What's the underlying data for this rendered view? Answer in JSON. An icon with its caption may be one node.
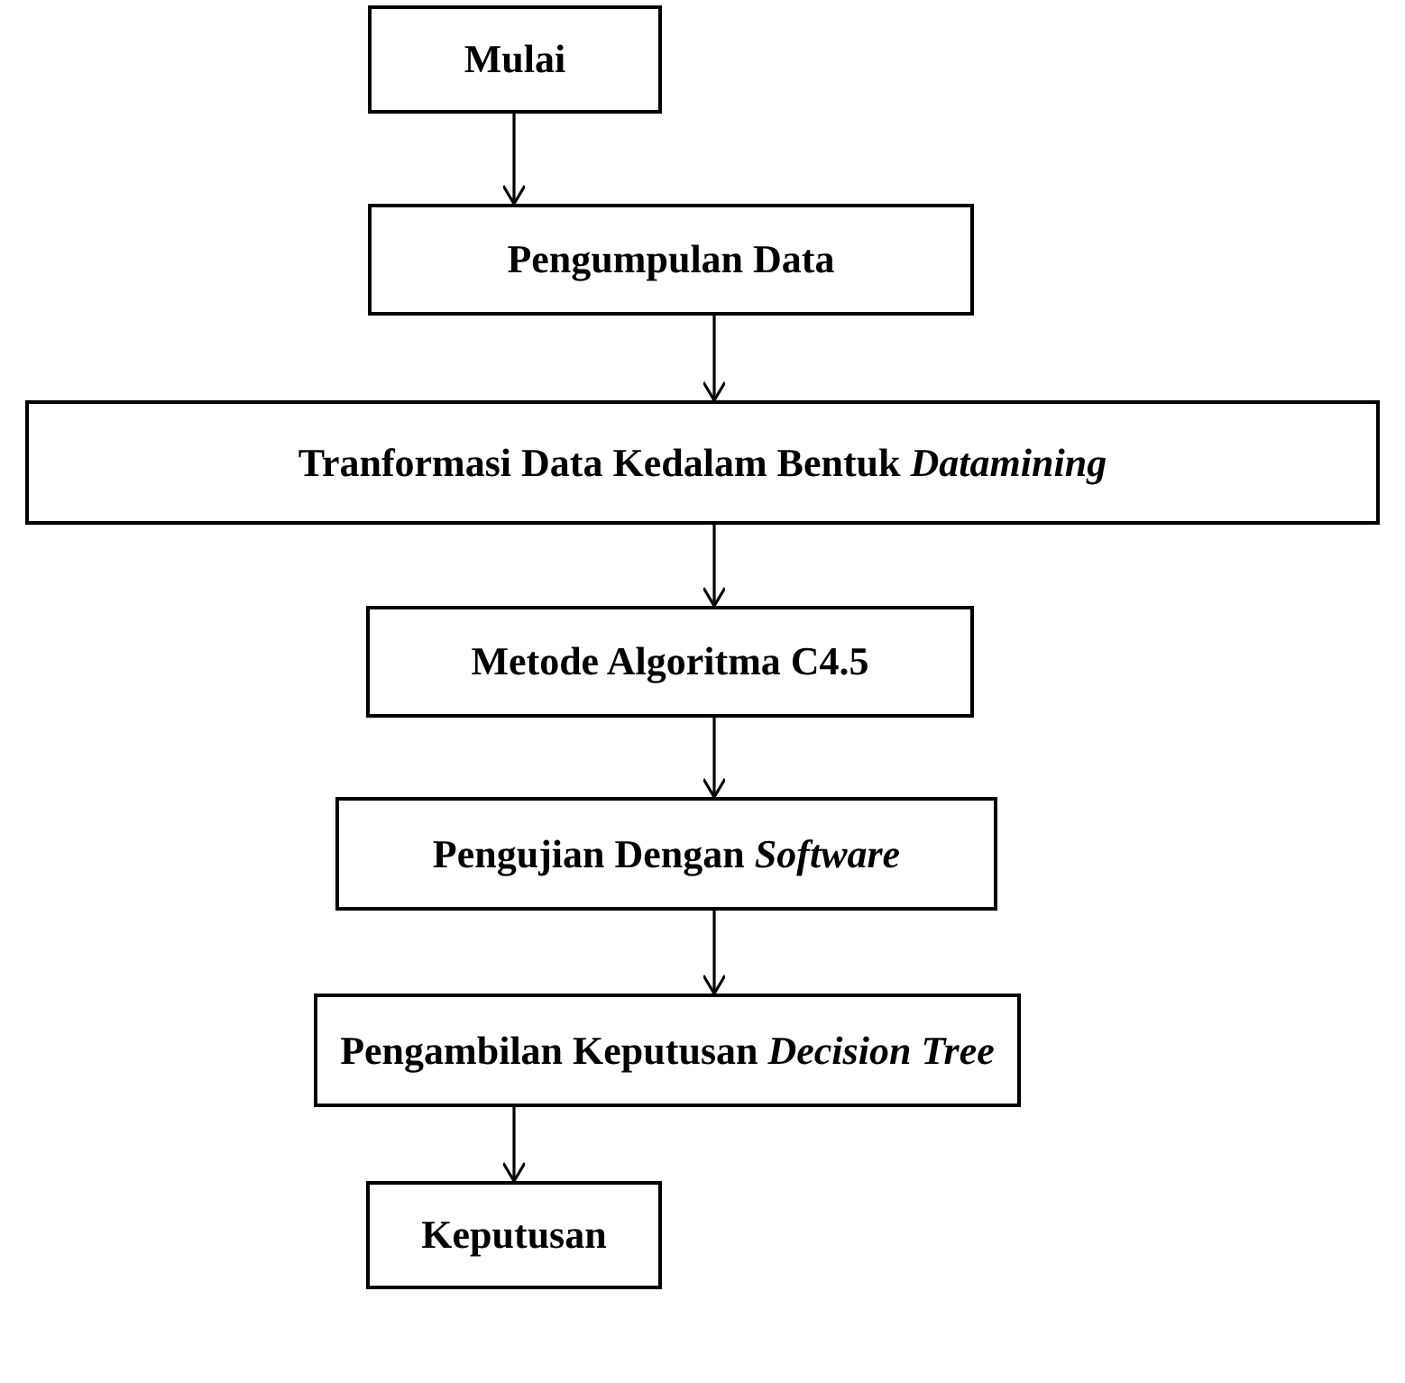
{
  "diagram": {
    "nodes": [
      {
        "text": [
          "Mulai"
        ]
      },
      {
        "text": [
          "Pengumpulan Data"
        ]
      },
      {
        "text": [
          "Tranformasi Data Kedalam Bentuk *Datamining*"
        ]
      },
      {
        "text": [
          "Metode Algoritma C4.5"
        ]
      },
      {
        "text": [
          "Pengujian Dengan *Software*"
        ]
      },
      {
        "text": [
          "Pengambilan Keputusan *Decision Tree*"
        ]
      },
      {
        "text": [
          "Keputusan"
        ]
      }
    ],
    "edges": [
      {
        "from": 0,
        "to": 1,
        "arrow": "to"
      },
      {
        "from": 1,
        "to": 2,
        "arrow": "to"
      },
      {
        "from": 2,
        "to": 3,
        "arrow": "to"
      },
      {
        "from": 3,
        "to": 4,
        "arrow": "to"
      },
      {
        "from": 4,
        "to": 5,
        "arrow": "to"
      },
      {
        "from": 5,
        "to": 6,
        "arrow": "to"
      }
    ]
  }
}
